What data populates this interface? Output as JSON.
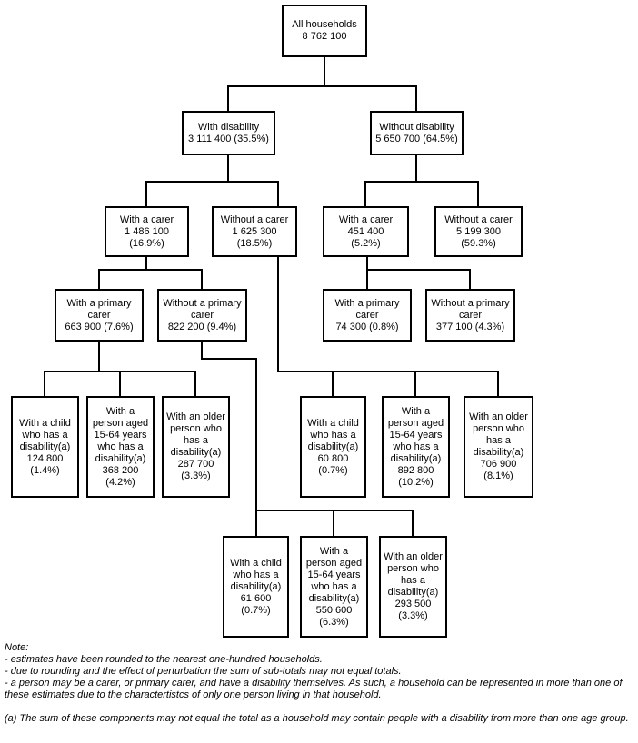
{
  "tree": {
    "root": {
      "label": "All households",
      "value": "8 762 100"
    },
    "with_disability": {
      "label": "With disability",
      "value": "3 111 400 (35.5%)"
    },
    "without_disability": {
      "label": "Without disability",
      "value": "5 650 700 (64.5%)"
    },
    "wd_with_carer": {
      "label": "With a carer",
      "value": "1 486 100",
      "pct": "(16.9%)"
    },
    "wd_without_carer": {
      "label": "Without a carer",
      "value": "1 625 300",
      "pct": "(18.5%)"
    },
    "wod_with_carer": {
      "label": "With a carer",
      "value": "451 400",
      "pct": "(5.2%)"
    },
    "wod_without_carer": {
      "label": "Without a carer",
      "value": "5 199 300",
      "pct": "(59.3%)"
    },
    "wd_wc_primary": {
      "label": "With a primary carer",
      "value": "663 900 (7.6%)"
    },
    "wd_wc_no_primary": {
      "label": "Without a primary carer",
      "value": "822 200 (9.4%)"
    },
    "wod_wc_primary": {
      "label": "With a primary carer",
      "value": "74 300 (0.8%)"
    },
    "wod_wc_no_primary": {
      "label": "Without a primary carer",
      "value": "377 100 (4.3%)"
    },
    "primary_child": {
      "label": "With a child who has a disability(a)",
      "value": "124 800",
      "pct": "(1.4%)"
    },
    "primary_aged_15_64": {
      "label": "With a person aged 15-64 years who has a disability(a)",
      "value": "368 200",
      "pct": "(4.2%)"
    },
    "primary_older": {
      "label": "With an older person who has a disability(a)",
      "value": "287 700",
      "pct": "(3.3%)"
    },
    "no_carer_child": {
      "label": "With a child who has a disability(a)",
      "value": "60 800",
      "pct": "(0.7%)"
    },
    "no_carer_aged_15_64": {
      "label": "With a person aged 15-64 years who has a disability(a)",
      "value": "892 800",
      "pct": "(10.2%)"
    },
    "no_carer_older": {
      "label": "With an older person who has a disability(a)",
      "value": "706 900",
      "pct": "(8.1%)"
    },
    "no_primary_child": {
      "label": "With a child who has a disability(a)",
      "value": "61 600",
      "pct": "(0.7%)"
    },
    "no_primary_aged_15_64": {
      "label": "With a person aged 15-64 years who has a disability(a)",
      "value": "550 600",
      "pct": "(6.3%)"
    },
    "no_primary_older": {
      "label": "With an older person who has a disability(a)",
      "value": "293 500",
      "pct": "(3.3%)"
    }
  },
  "notes": {
    "title": "Note:",
    "lines": [
      "- estimates have been rounded to the nearest one-hundred households.",
      "- due to rounding and the effect of perturbation the sum of sub-totals may not equal totals.",
      "- a person may be a carer, or primary carer, and have a disability themselves. As such, a household can be represented in more than one of these estimates due to the charactertistcs of only one person living in that household."
    ],
    "footnote": "(a) The sum of these components may not equal the total as a household may contain people with a disability from more than one age group."
  },
  "colors": {
    "line": "#000000",
    "box_border": "#000000",
    "background": "#ffffff",
    "text": "#000000"
  }
}
